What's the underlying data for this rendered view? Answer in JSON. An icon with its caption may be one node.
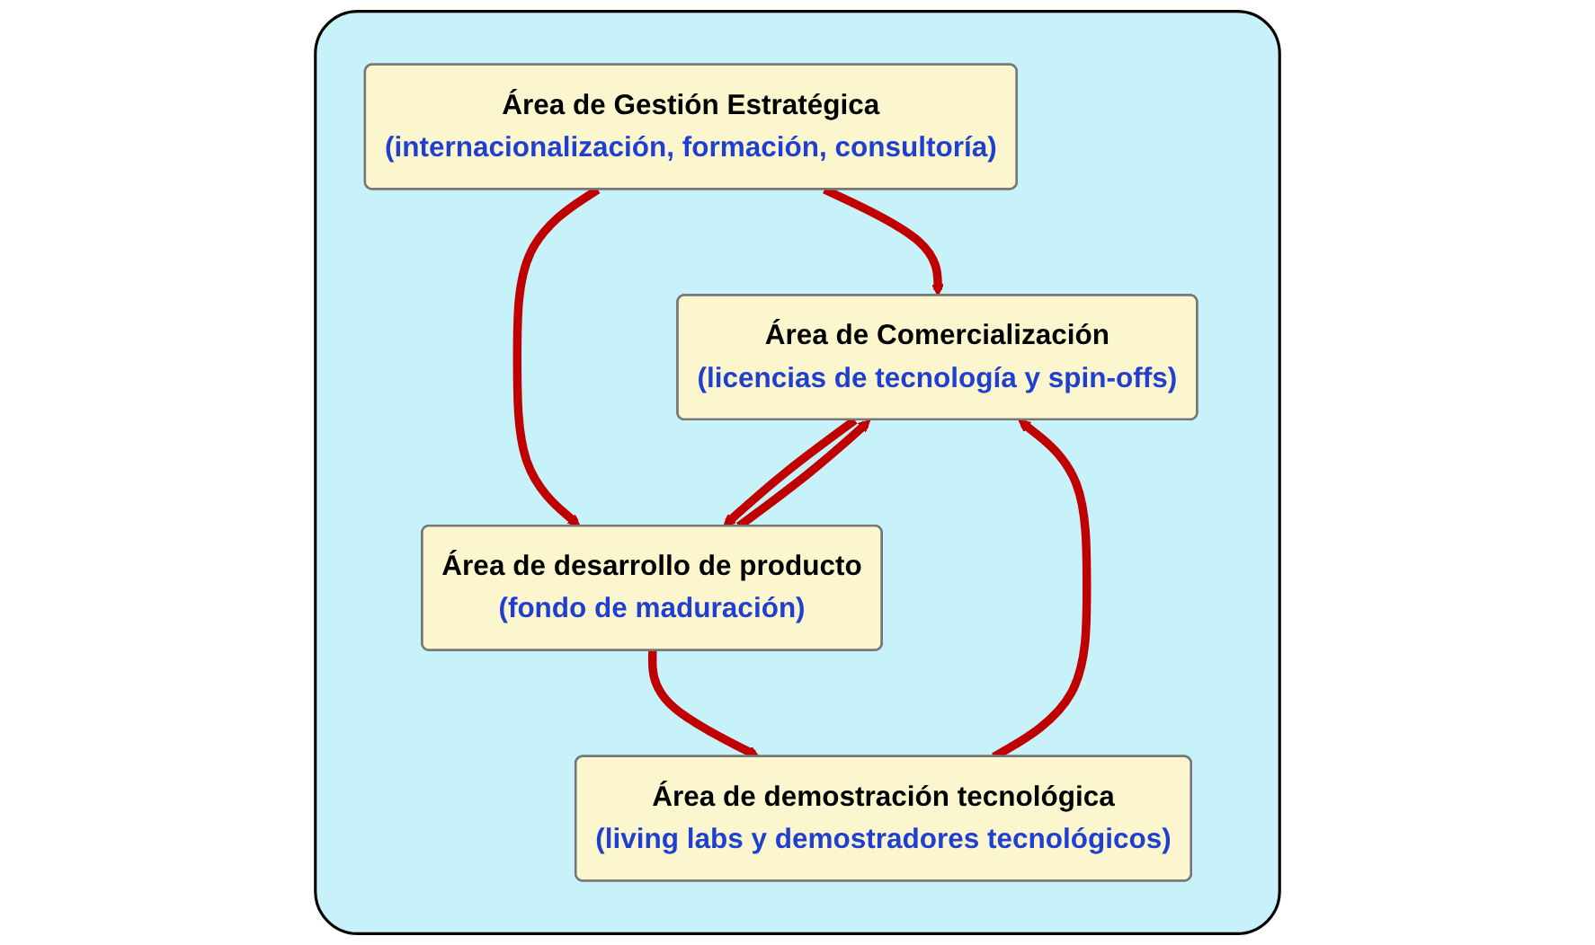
{
  "diagram": {
    "nodes": [
      {
        "text": [],
        "shape": "box"
      },
      {
        "text": [
          "Área de Gestión Estratégica",
          "(internacionalización, formación, consultoría)"
        ],
        "in": 0
      },
      {
        "text": [
          "Área de Comercialización",
          "(licencias de tecnología y spin-offs)"
        ],
        "in": 0
      },
      {
        "text": [
          "Área de desarrollo de producto",
          "(fondo de maduración)"
        ],
        "in": 0
      },
      {
        "text": [
          "Área de demostración tecnológica",
          "(living labs y demostradores tecnológicos)"
        ],
        "in": 0
      }
    ],
    "edges": [
      {
        "from": 1,
        "to": 2,
        "arrow": "to"
      },
      {
        "from": 1,
        "to": 3,
        "arrow": "to"
      },
      {
        "from": 2,
        "to": 3,
        "arrow": "to"
      },
      {
        "from": 3,
        "to": 2,
        "arrow": "to"
      },
      {
        "from": 4,
        "to": 2,
        "arrow": "to"
      },
      {
        "from": 3,
        "to": 4,
        "arrow": "to"
      }
    ]
  }
}
